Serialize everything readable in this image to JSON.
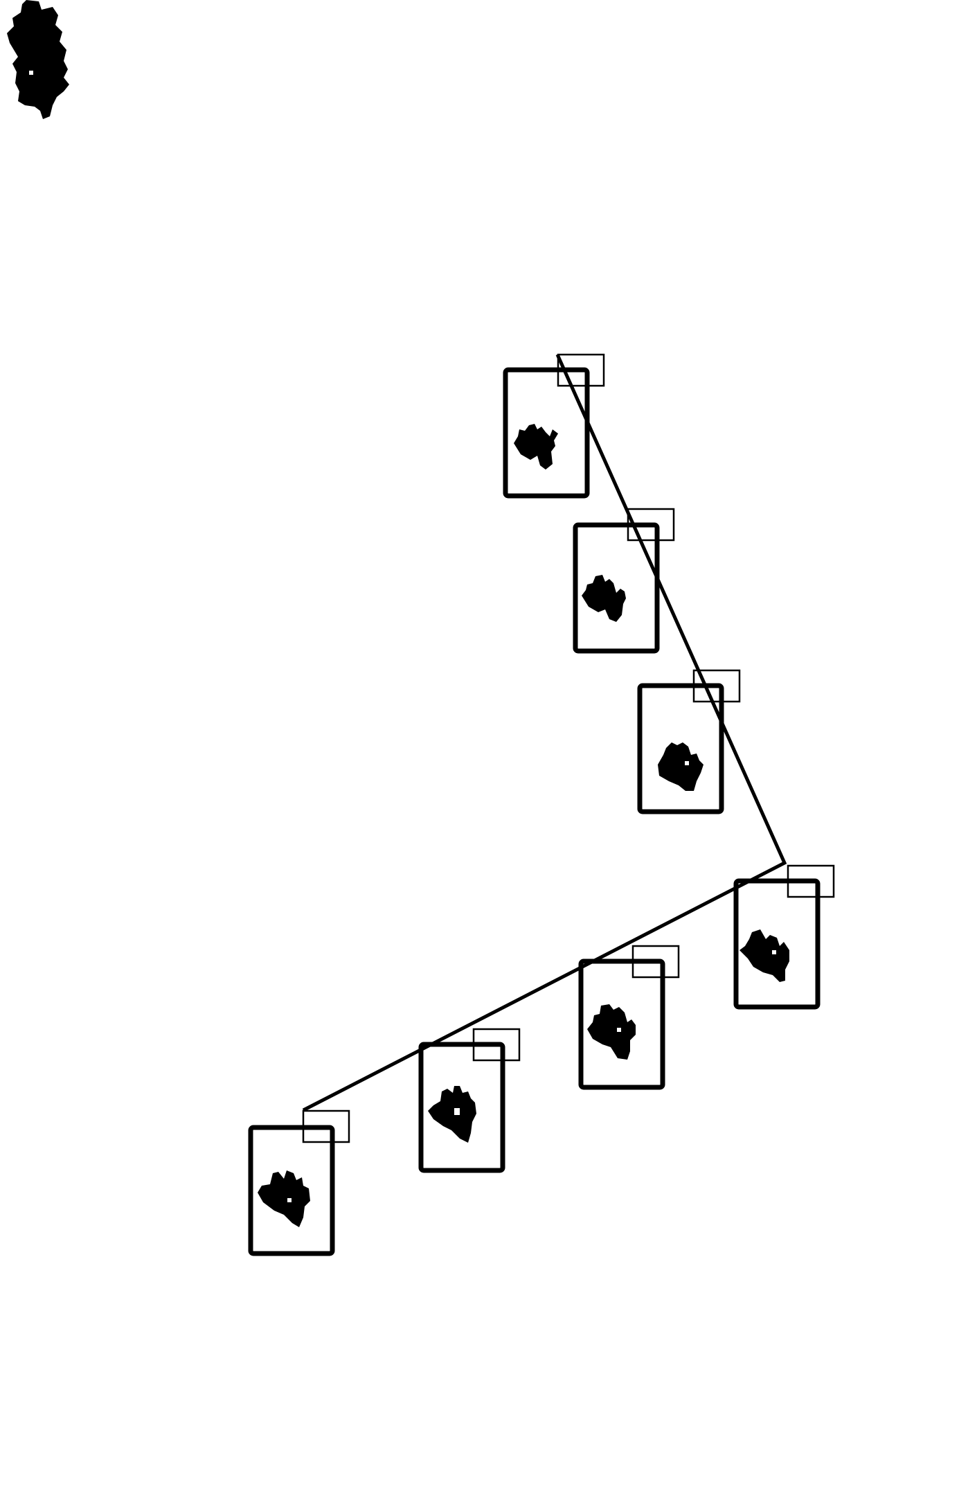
{
  "colors": {
    "background": "#ffffff",
    "ink": "#000000"
  },
  "legend_glyph": {
    "icon": "dark-blob-icon"
  },
  "path": {
    "icon": "polyline-path",
    "stroke": "#000000"
  },
  "frames": [
    {
      "id": 1,
      "icon": "blob-icon"
    },
    {
      "id": 2,
      "icon": "blob-icon"
    },
    {
      "id": 3,
      "icon": "blob-icon"
    },
    {
      "id": 4,
      "icon": "blob-icon"
    },
    {
      "id": 5,
      "icon": "blob-icon"
    },
    {
      "id": 6,
      "icon": "blob-icon"
    },
    {
      "id": 7,
      "icon": "blob-icon"
    }
  ]
}
